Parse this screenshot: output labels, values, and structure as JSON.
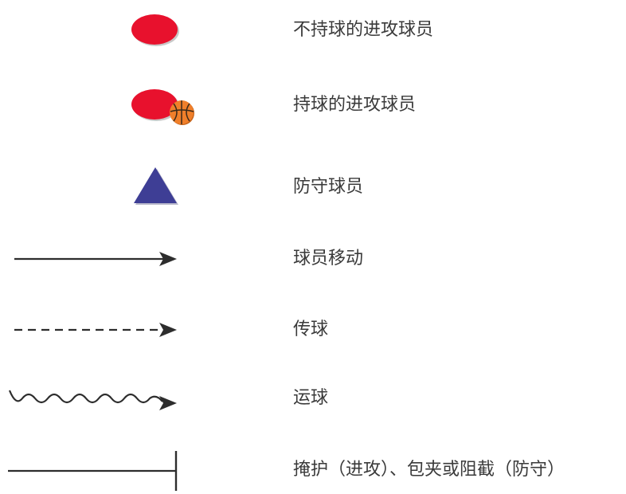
{
  "colors": {
    "offense_player": "#e8112d",
    "defense_player": "#3e3e95",
    "basketball": "#f07f2a",
    "line": "#2d2d2d",
    "text": "#3a3a3a"
  },
  "legend": [
    {
      "symbol": "red-circle-icon",
      "label": "不持球的进攻球员"
    },
    {
      "symbol": "red-circle-with-basketball-icon",
      "label": "持球的进攻球员"
    },
    {
      "symbol": "blue-triangle-icon",
      "label": "防守球员"
    },
    {
      "symbol": "solid-arrow-icon",
      "label": "球员移动"
    },
    {
      "symbol": "dashed-arrow-icon",
      "label": "传球"
    },
    {
      "symbol": "wavy-arrow-icon",
      "label": "运球"
    },
    {
      "symbol": "t-end-line-icon",
      "label": "掩护（进攻）、包夹或阻截（防守）"
    }
  ]
}
